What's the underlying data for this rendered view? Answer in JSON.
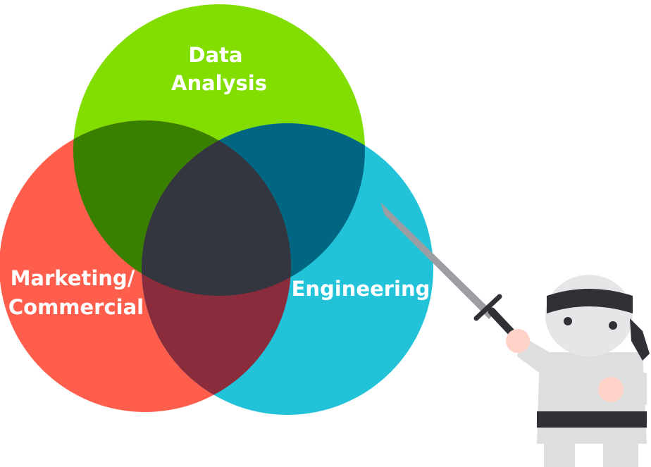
{
  "diagram": {
    "type": "venn",
    "circles": [
      {
        "id": "data-analysis",
        "lines": [
          "Data",
          "Analysis"
        ],
        "color": "#81DE00"
      },
      {
        "id": "marketing",
        "lines": [
          "Marketing/",
          "Commercial"
        ],
        "color": "#FF5E4D"
      },
      {
        "id": "engineering",
        "lines": [
          "Engineering"
        ],
        "color": "#22C3D9"
      }
    ],
    "overlap_colors": {
      "data_marketing": "#3A8000",
      "data_engineering": "#006681",
      "marketing_engineering": "#8A2C3B",
      "center": "#33363E"
    }
  },
  "mascot": {
    "type": "ninja",
    "holding": "katana",
    "body_color": "#DCDEE0",
    "band_color": "#2F3137",
    "skin_color": "#FFD2C8"
  }
}
